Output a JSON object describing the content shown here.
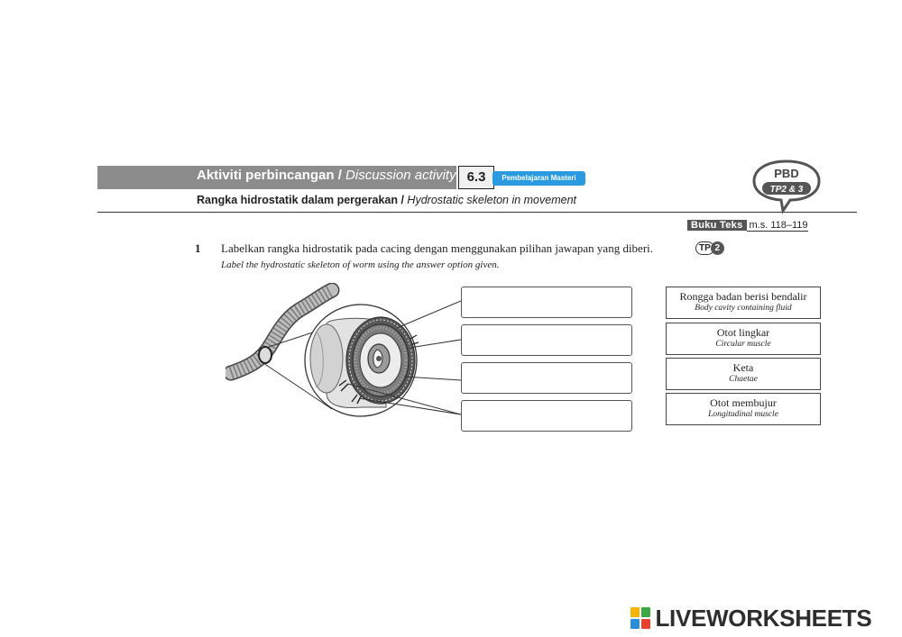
{
  "header": {
    "activity_title_ms": "Aktiviti perbincangan / ",
    "activity_title_en": "Discussion activity",
    "activity_number": "6.3",
    "badge": "Pembelajaran Masteri",
    "subtitle_ms": "Rangka hidrostatik dalam pergerakan / ",
    "subtitle_en": "Hydrostatic skeleton in movement",
    "pbd_title": "PBD",
    "pbd_level": "TP2 & 3"
  },
  "textbook": {
    "label": "Buku Teks",
    "pages": "m.s. 118–119"
  },
  "question": {
    "number": "1",
    "text_ms": "Labelkan rangka hidrostatik pada cacing dengan menggunakan pilihan jawapan yang diberi.",
    "tp_label": "TP",
    "tp_level": "2",
    "text_en": "Label the hydrostatic skeleton of worm using the answer option given."
  },
  "answers": [
    {
      "value": "",
      "placeholder": ""
    },
    {
      "value": "",
      "placeholder": ""
    },
    {
      "value": "",
      "placeholder": ""
    },
    {
      "value": "",
      "placeholder": ""
    }
  ],
  "options": [
    {
      "ms": "Rongga badan berisi bendalir",
      "en": "Body cavity containing fluid"
    },
    {
      "ms": "Otot lingkar",
      "en": "Circular muscle"
    },
    {
      "ms": "Keta",
      "en": "Chaetae"
    },
    {
      "ms": "Otot membujur",
      "en": "Longitudinal muscle"
    }
  ],
  "logo": {
    "text": "LIVEWORKSHEETS",
    "mark_colors": [
      "#f5b400",
      "#3aa845",
      "#2a8fd8",
      "#e8412c"
    ]
  }
}
